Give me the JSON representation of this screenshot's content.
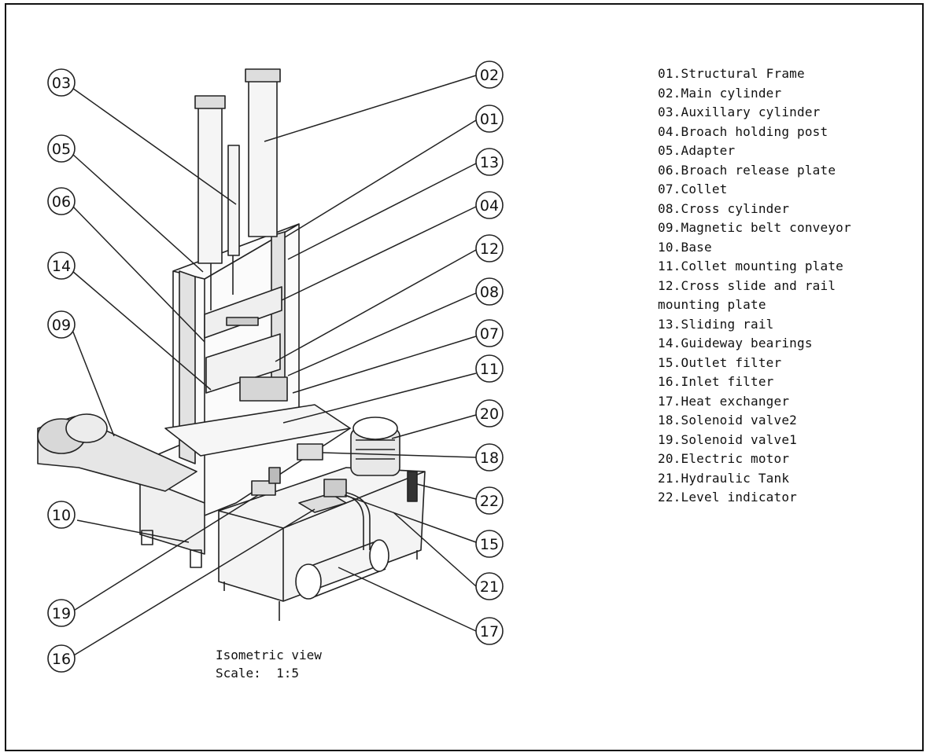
{
  "legend": [
    "01.Structural Frame",
    "02.Main cylinder",
    "03.Auxillary cylinder",
    "04.Broach holding post",
    "05.Adapter",
    "06.Broach release plate",
    "07.Collet",
    "08.Cross cylinder",
    "09.Magnetic belt conveyor",
    "10.Base",
    "11.Collet mounting plate",
    "12.Cross slide and rail",
    "mounting plate",
    "13.Sliding rail",
    "14.Guideway bearings",
    "15.Outlet filter",
    "16.Inlet filter",
    "17.Heat exchanger",
    "18.Solenoid valve2",
    "19.Solenoid valve1",
    "20.Electric motor",
    "21.Hydraulic Tank",
    "22.Level indicator"
  ],
  "caption": {
    "view": "Isometric view",
    "scale": "Scale:  1:5"
  },
  "callouts": {
    "c01": "01",
    "c02": "02",
    "c03": "03",
    "c04": "04",
    "c05": "05",
    "c06": "06",
    "c07": "07",
    "c08": "08",
    "c09": "09",
    "c10": "10",
    "c11": "11",
    "c12": "12",
    "c13": "13",
    "c14": "14",
    "c15": "15",
    "c16": "16",
    "c17": "17",
    "c18": "18",
    "c19": "19",
    "c20": "20",
    "c21": "21",
    "c22": "22"
  }
}
